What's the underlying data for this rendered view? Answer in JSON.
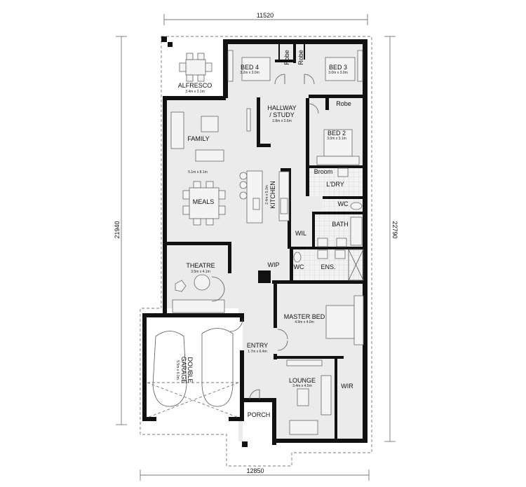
{
  "dimensions": {
    "top_width": "11520",
    "bottom_width": "12850",
    "left_depth": "21940",
    "right_depth": "22790"
  },
  "rooms": {
    "alfresco": {
      "name": "ALFRESCO",
      "size": "3.4m x 3.1m"
    },
    "bed4": {
      "name": "BED 4",
      "size": "3.2m x 3.0m"
    },
    "bed3": {
      "name": "BED 3",
      "size": "3.0m x 3.0m"
    },
    "robe_a": {
      "name": "Robe"
    },
    "robe_b": {
      "name": "Robe"
    },
    "robe_c": {
      "name": "Robe"
    },
    "hallway": {
      "name": "HALLWAY",
      "name2": "/ STUDY",
      "size": "2.8m x 2.6m"
    },
    "bed2": {
      "name": "BED 2",
      "size": "3.0m x 3.1m"
    },
    "family": {
      "name": "FAMILY",
      "size": "5.1m x 8.1m"
    },
    "meals": {
      "name": "MEALS"
    },
    "kitchen": {
      "name": "KITCHEN",
      "size": "2.4m x 5.3m"
    },
    "broom": {
      "name": "Broom"
    },
    "laundry": {
      "name": "L'DRY"
    },
    "wc1": {
      "name": "WC"
    },
    "bath": {
      "name": "BATH"
    },
    "wil": {
      "name": "WIL"
    },
    "wip": {
      "name": "WIP"
    },
    "wc2": {
      "name": "WC"
    },
    "ensuite": {
      "name": "ENS."
    },
    "theatre": {
      "name": "THEATRE",
      "size": "3.5m x 4.1m"
    },
    "master": {
      "name": "MASTER BED",
      "size": "4.9m x 4.0m"
    },
    "entry": {
      "name": "ENTRY",
      "size": "1.7m x 6.4m"
    },
    "garage": {
      "name": "DOUBLE",
      "name2": "GARAGE",
      "size": "5.5m x 6.0m"
    },
    "lounge": {
      "name": "LOUNGE",
      "size": "3.4m x 4.5m"
    },
    "wir": {
      "name": "WIR"
    },
    "porch": {
      "name": "PORCH"
    }
  }
}
